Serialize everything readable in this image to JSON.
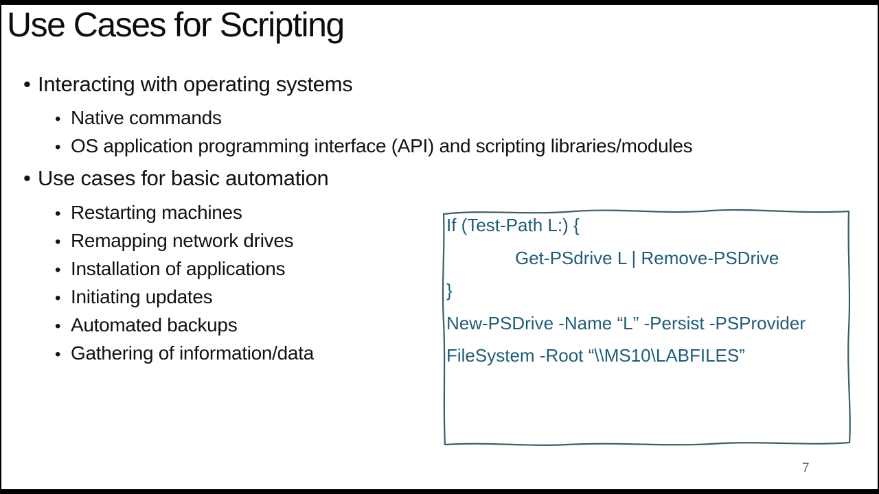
{
  "slide": {
    "title": "Use Cases for Scripting",
    "page_number": "7"
  },
  "bullets": [
    {
      "level": 1,
      "text": "Interacting with operating systems"
    },
    {
      "level": 2,
      "text": "Native commands"
    },
    {
      "level": 2,
      "text": "OS application programming interface (API) and scripting libraries/modules"
    },
    {
      "level": 1,
      "text": "Use cases for basic automation"
    },
    {
      "level": 2,
      "text": "Restarting machines"
    },
    {
      "level": 2,
      "text": "Remapping network drives"
    },
    {
      "level": 2,
      "text": "Installation of applications"
    },
    {
      "level": 2,
      "text": "Initiating updates"
    },
    {
      "level": 2,
      "text": "Automated backups"
    },
    {
      "level": 2,
      "text": "Gathering of information/data"
    }
  ],
  "code_box": {
    "lines": [
      "If (Test-Path L:) {",
      "Get-PSdrive L | Remove-PSDrive",
      "}",
      "New-PSDrive -Name “L” -Persist -PSProvider",
      "FileSystem -Root “\\\\MS10\\LABFILES”"
    ]
  },
  "colors": {
    "slide_background": "#ffffff",
    "letterbox_frame": "#000000",
    "body_text": "#111111",
    "code_text": "#1e5d77",
    "code_border": "#3d5c68",
    "page_number": "#6a6a6a"
  }
}
